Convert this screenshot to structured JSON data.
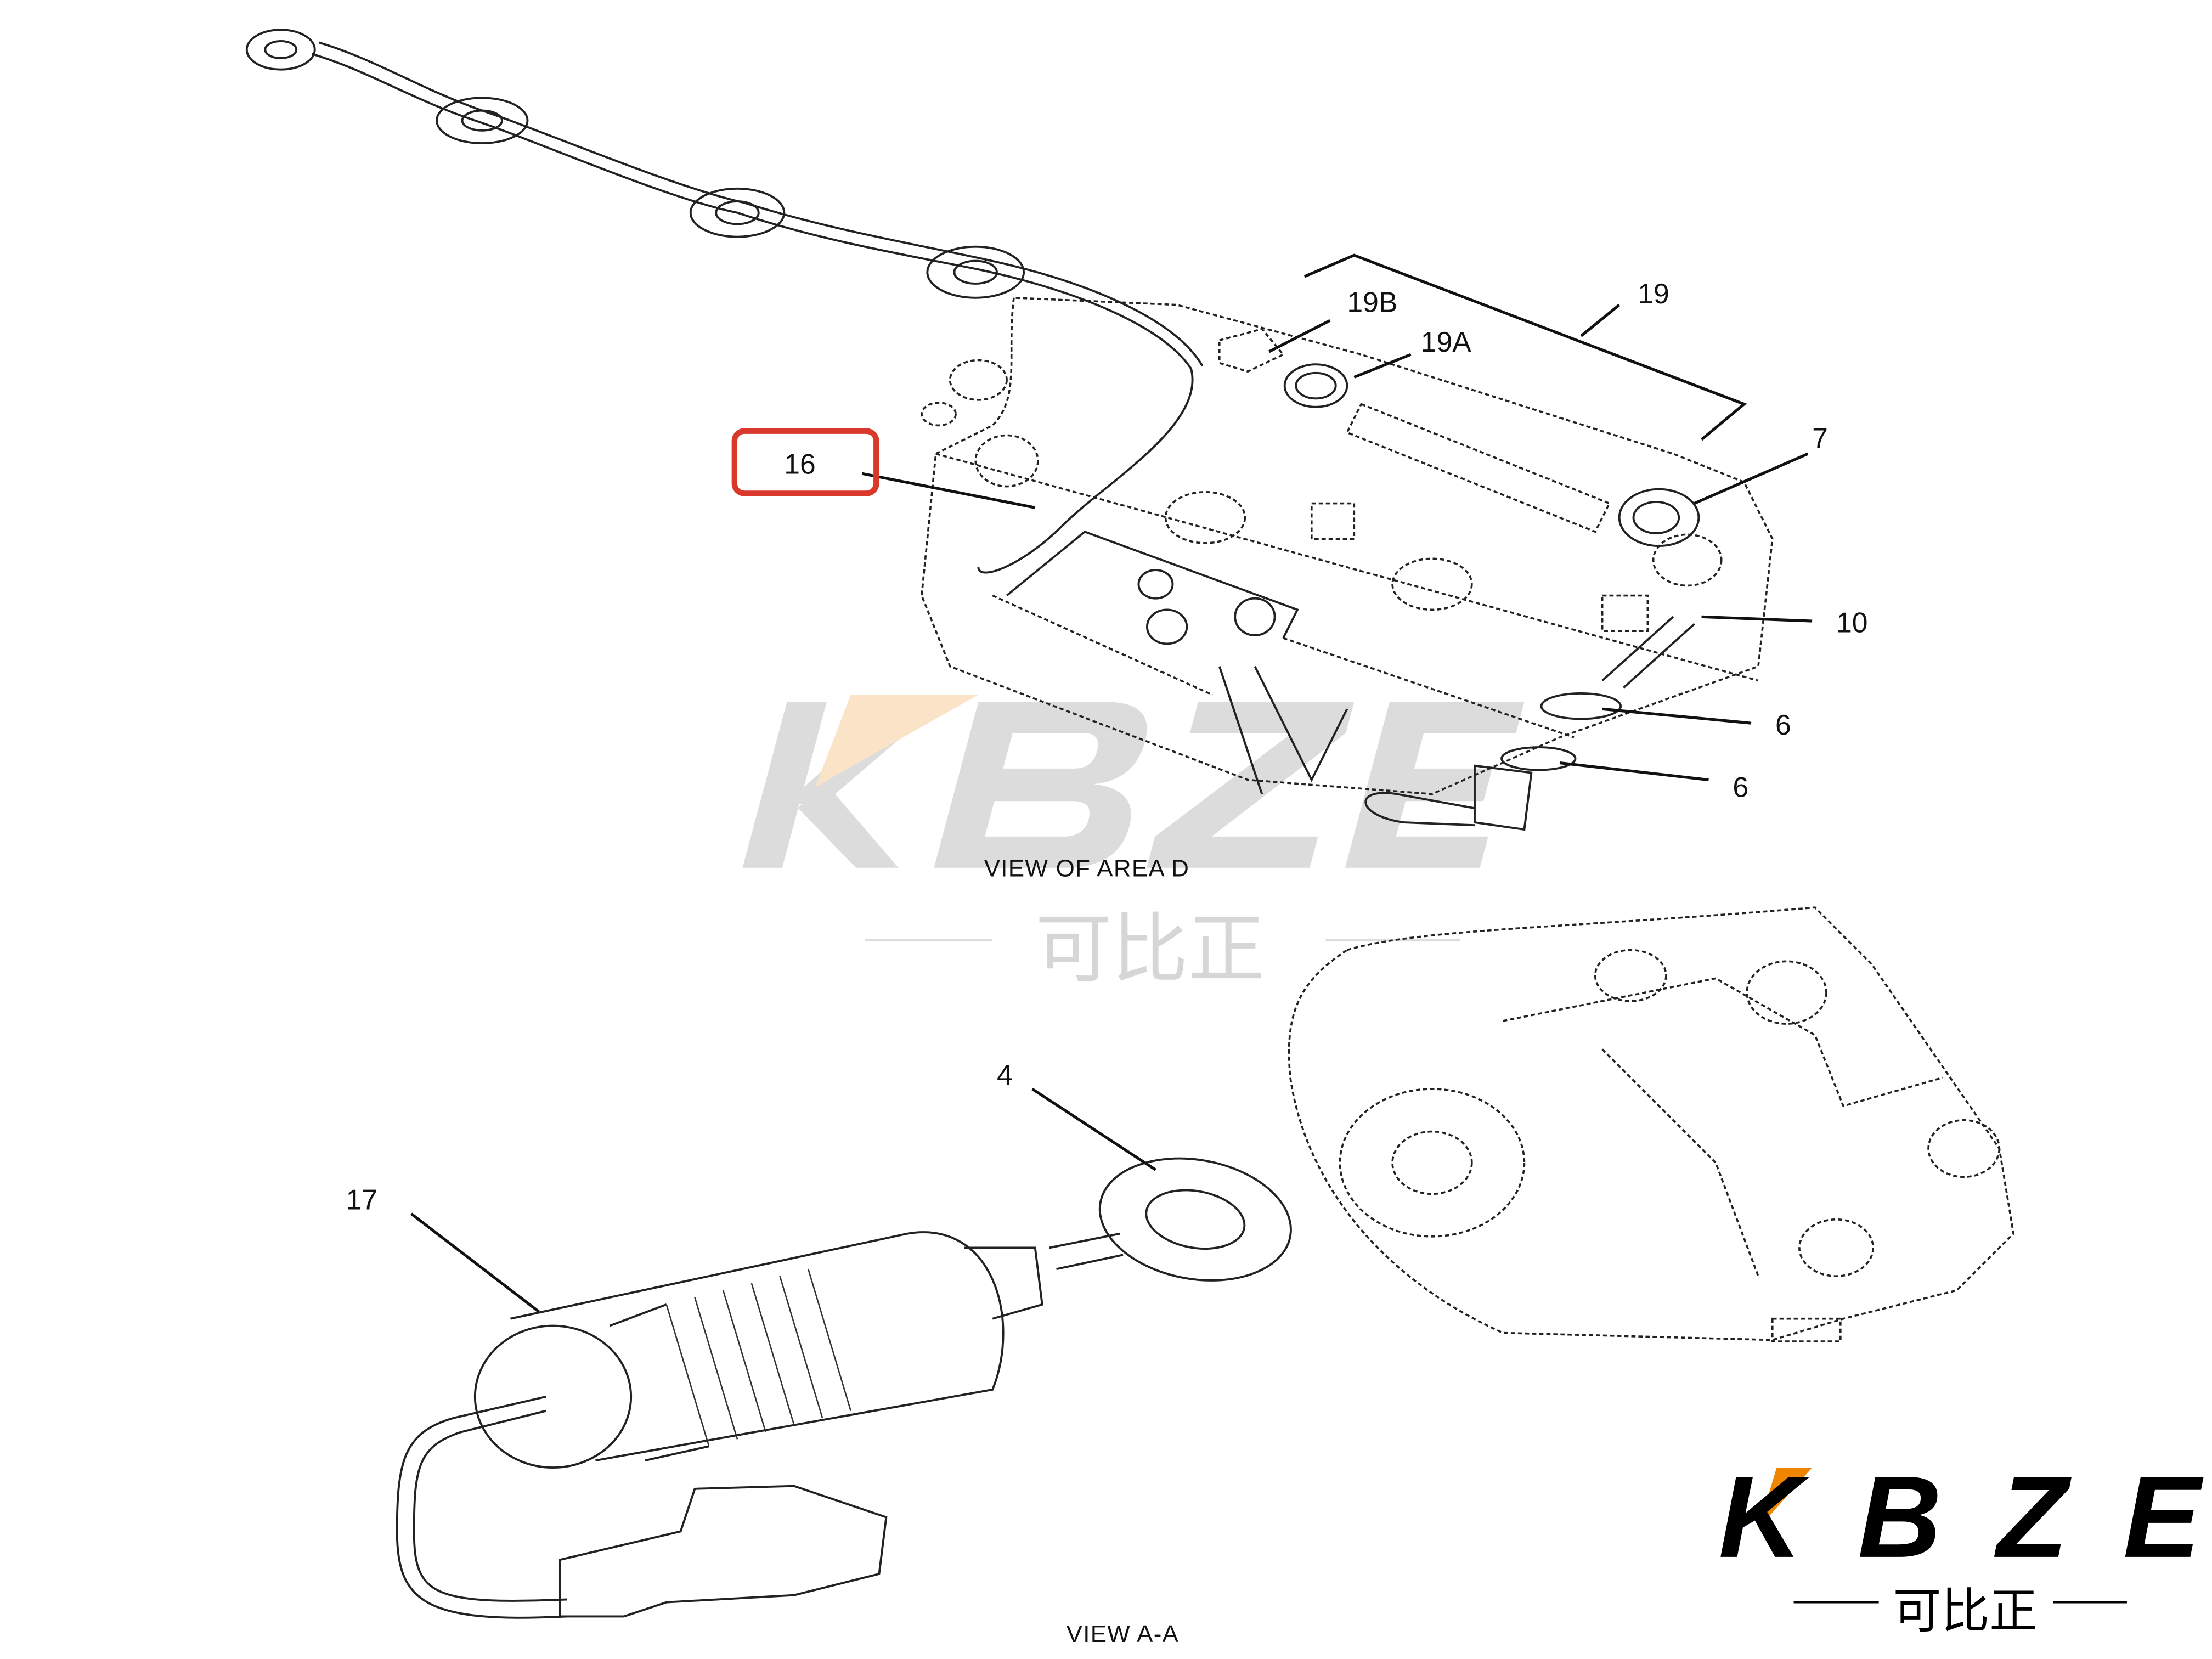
{
  "callouts": {
    "c19b": "19B",
    "c19a": "19A",
    "c19": "19",
    "c7": "7",
    "c16": "16",
    "c10": "10",
    "c6a": "6",
    "c6b": "6",
    "c4": "4",
    "c17": "17"
  },
  "captions": {
    "view_area_d": "VIEW OF AREA D",
    "view_aa": "VIEW A-A"
  },
  "highlight": {
    "callout": "16",
    "color": "#d9382a"
  },
  "watermark": {
    "brand": "KBZE",
    "chinese": "可比正"
  },
  "logo": {
    "brand": "KBZE",
    "chinese": "可比正",
    "accent_color": "#ef8500"
  }
}
